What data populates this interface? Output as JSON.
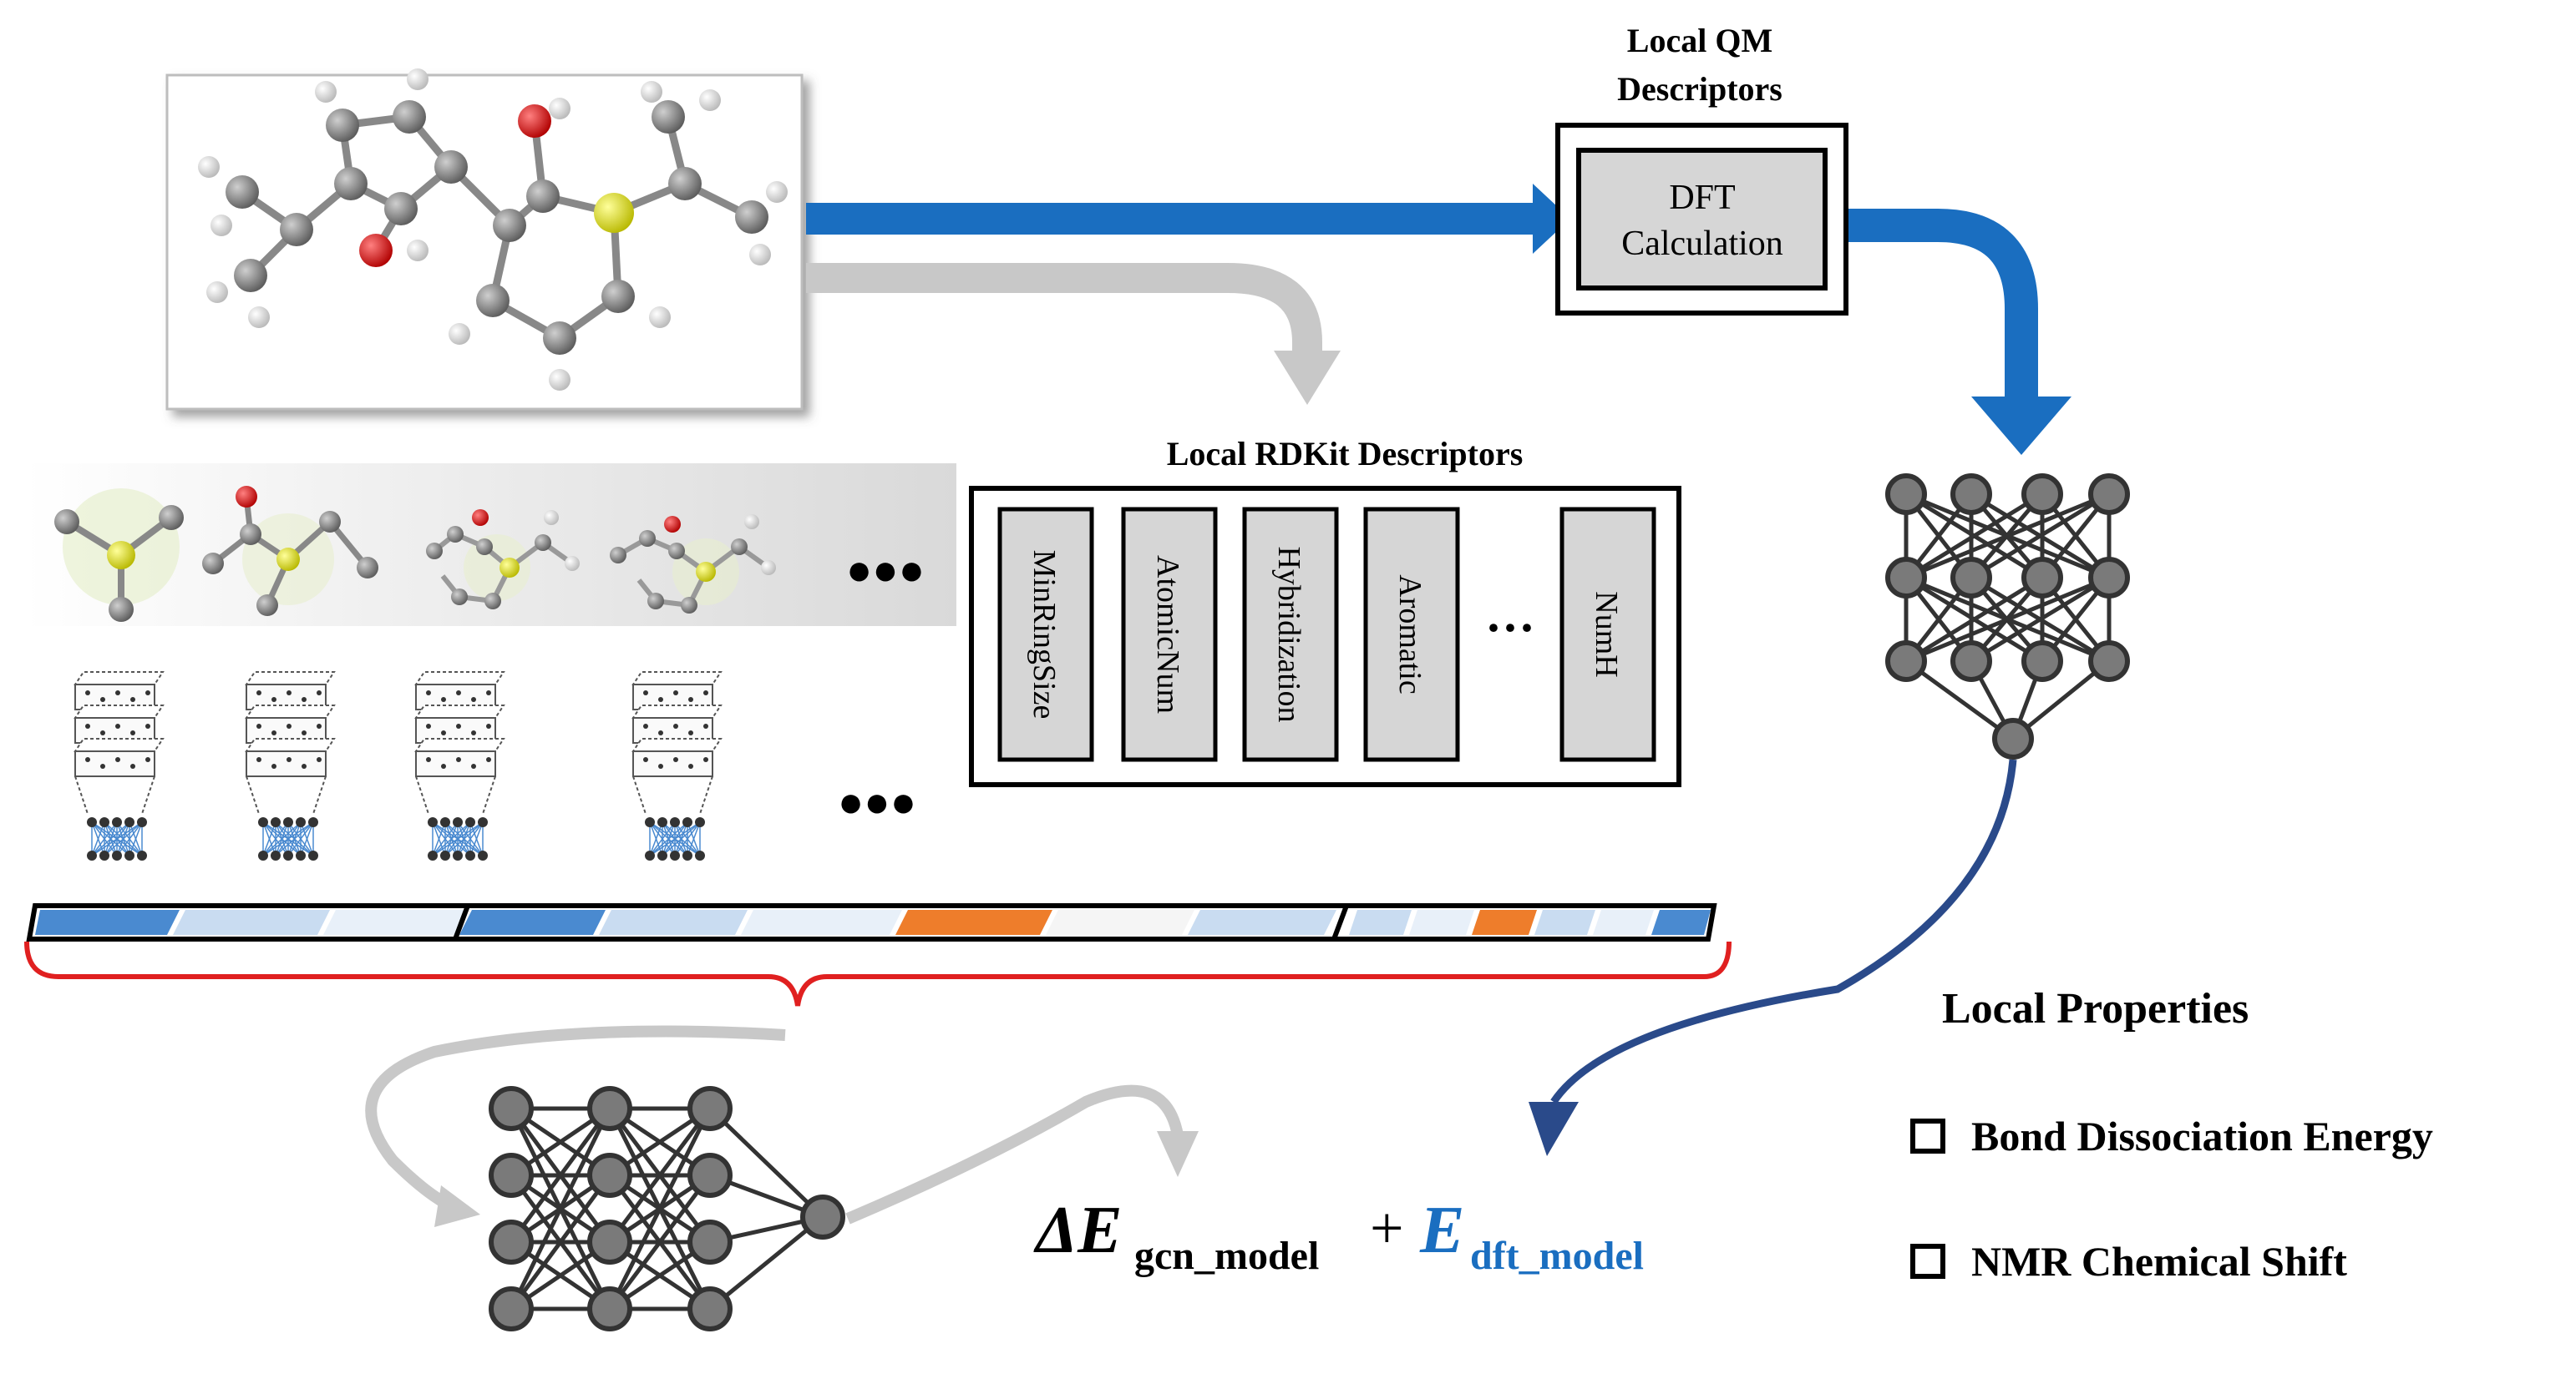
{
  "colors": {
    "blue_arrow": "#1a6ec0",
    "dark_blue_curve": "#2a4a8a",
    "gray_arrow": "#c8c8c8",
    "bracket_red": "#e02020",
    "box_gray": "#d6d6d6",
    "node_gray": "#7a7a7a",
    "edge_dark": "#333333",
    "sulfur": "#e6e600",
    "oxygen": "#d21010",
    "dft_text_blue": "#1a6ec0",
    "feature_blue": "#4a8ad0",
    "feature_light_blue": "#c9dcf1",
    "feature_orange": "#ee7d2b"
  },
  "qm": {
    "title_line1": "Local QM",
    "title_line2": "Descriptors",
    "box_line1": "DFT",
    "box_line2": "Calculation"
  },
  "rdkit": {
    "title": "Local RDKit Descriptors",
    "descriptors": [
      "MinRingSize",
      "AtomicNum",
      "Hybridization",
      "Aromatic",
      "NumH"
    ],
    "ellipsis": "···"
  },
  "equation": {
    "delta": "ΔE",
    "gcn_sub": "gcn_model",
    "plus": "+",
    "e_dft": "E",
    "dft_sub": "dft_model"
  },
  "properties": {
    "title": "Local Properties",
    "items": [
      "Bond Dissociation Energy",
      "NMR Chemical Shift"
    ]
  },
  "ellipsis_dots": "●●●",
  "icons": [
    "molecule-3d-icon",
    "neural-network-icon",
    "graph-conv-stack-icon",
    "checkbox-icon"
  ]
}
